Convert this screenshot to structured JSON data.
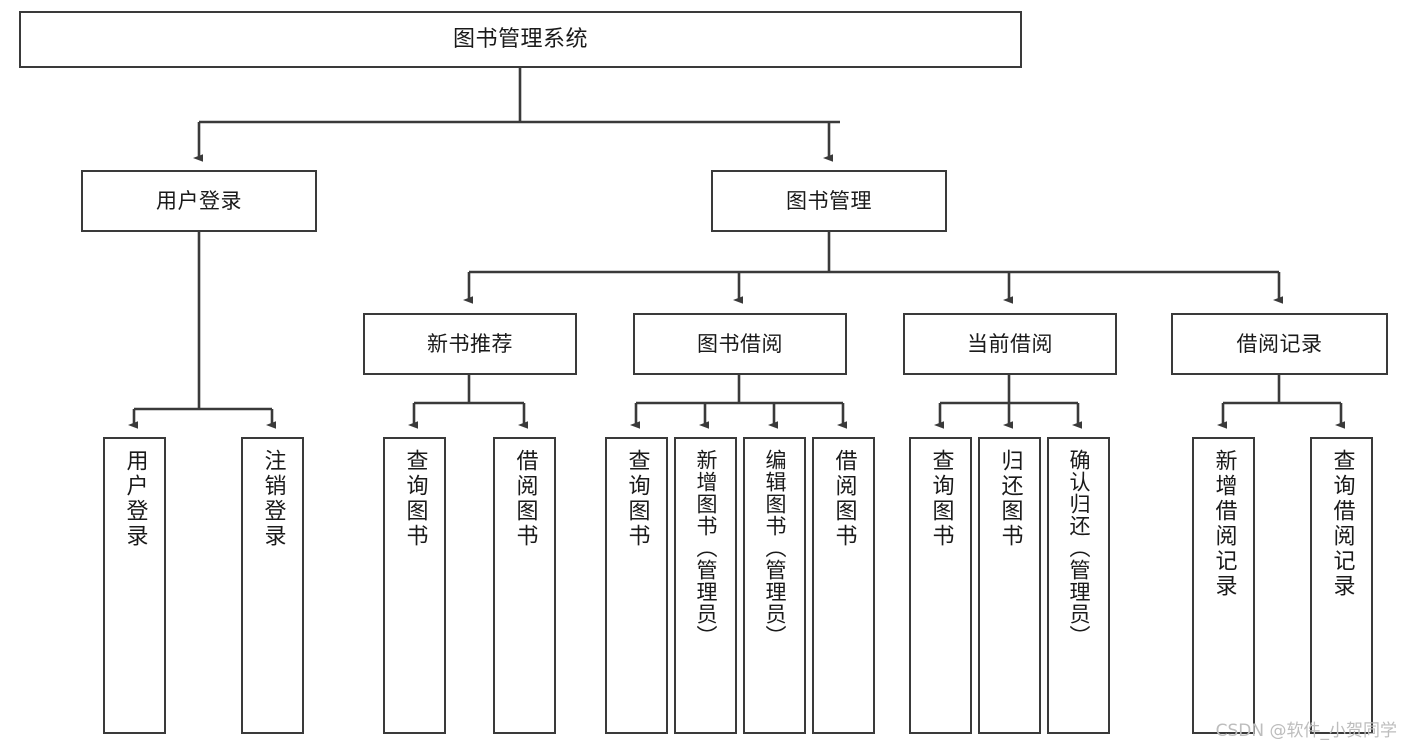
{
  "diagram": {
    "type": "tree",
    "title": "图书管理系统",
    "style": {
      "box_border_color": "#3a3a3a",
      "box_fill_color": "#ffffff",
      "edge_color": "#3a3a3a",
      "background_color": "#ffffff",
      "text_color": "#1a1a1a",
      "watermark_color": "#bdbdbd"
    },
    "root": {
      "label": "图书管理系统"
    },
    "level2": [
      {
        "label": "用户登录"
      },
      {
        "label": "图书管理"
      }
    ],
    "level3": [
      {
        "label": "新书推荐"
      },
      {
        "label": "图书借阅"
      },
      {
        "label": "当前借阅"
      },
      {
        "label": "借阅记录"
      }
    ],
    "leaves": {
      "user_login": [
        {
          "label": "用户登录"
        },
        {
          "label": "注销登录"
        }
      ],
      "new_book": [
        {
          "label": "查询图书"
        },
        {
          "label": "借阅图书"
        }
      ],
      "book_borrow": [
        {
          "label": "查询图书"
        },
        {
          "label": "新增图书（管理员）"
        },
        {
          "label": "编辑图书（管理员）"
        },
        {
          "label": "借阅图书"
        }
      ],
      "current_borrow": [
        {
          "label": "查询图书"
        },
        {
          "label": "归还图书"
        },
        {
          "label": "确认归还（管理员）"
        }
      ],
      "borrow_record": [
        {
          "label": "新增借阅记录"
        },
        {
          "label": "查询借阅记录"
        }
      ]
    }
  },
  "watermark": {
    "text": "CSDN @软件_小贺同学"
  }
}
